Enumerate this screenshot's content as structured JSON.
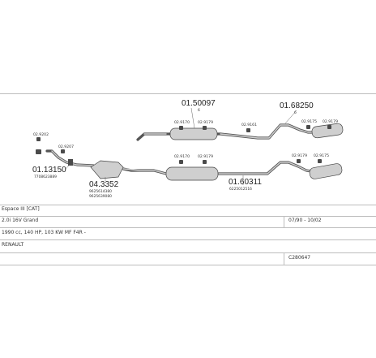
{
  "diagram": {
    "labels": {
      "main_upper": "01.50097",
      "main_upper_sub": "6",
      "rear_upper": "01.68250",
      "rear_upper_sub": "6",
      "front_pipe": "01.13150",
      "front_pipe_sub": "7708623889",
      "cat": "04.3352",
      "cat_sub1": "9625614380",
      "cat_sub2": "9625639080",
      "main_lower": "01.60311",
      "main_lower_sub": "6225012516"
    },
    "small_parts": {
      "p1": "02.9202",
      "p2": "02.9207",
      "p3": "02.9170",
      "p4": "02.9179",
      "p5": "02.9161",
      "p6": "02.9175",
      "p7": "02.9179",
      "p8": "02.9170",
      "p9": "02.9179",
      "p10": "02.9179",
      "p11": "02.9175"
    }
  },
  "info": {
    "model": "Espace III  [CAT]",
    "engine": "2.0i 16V Grand",
    "dates": "07/90 - 10/02",
    "specs": "1990 cc, 140 HP, 103 KW MF F4R -",
    "brand": "RENAULT",
    "code": "C280647"
  }
}
